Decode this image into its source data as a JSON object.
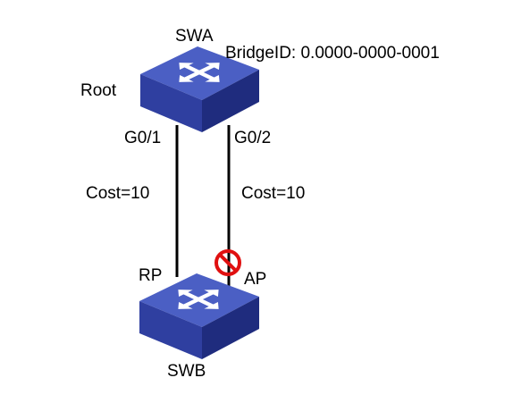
{
  "diagram": {
    "switches": [
      {
        "id": "swa",
        "name": "SWA",
        "role": "Root",
        "bridge_id": "BridgeID: 0.0000-0000-0001"
      },
      {
        "id": "swb",
        "name": "SWB"
      }
    ],
    "links": [
      {
        "port_top": "G0/1",
        "cost": "Cost=10",
        "port_bottom": "RP",
        "blocked": false
      },
      {
        "port_top": "G0/2",
        "cost": "Cost=10",
        "port_bottom": "AP",
        "blocked": true
      }
    ],
    "colors": {
      "switch_top": "#4b5fc4",
      "switch_left": "#2f3fa0",
      "switch_right": "#1f2c7e",
      "arrow": "#ffffff",
      "link": "#000000",
      "block_symbol": "#e01010"
    },
    "icons": [
      "switch-icon",
      "blocked-port-icon"
    ]
  }
}
